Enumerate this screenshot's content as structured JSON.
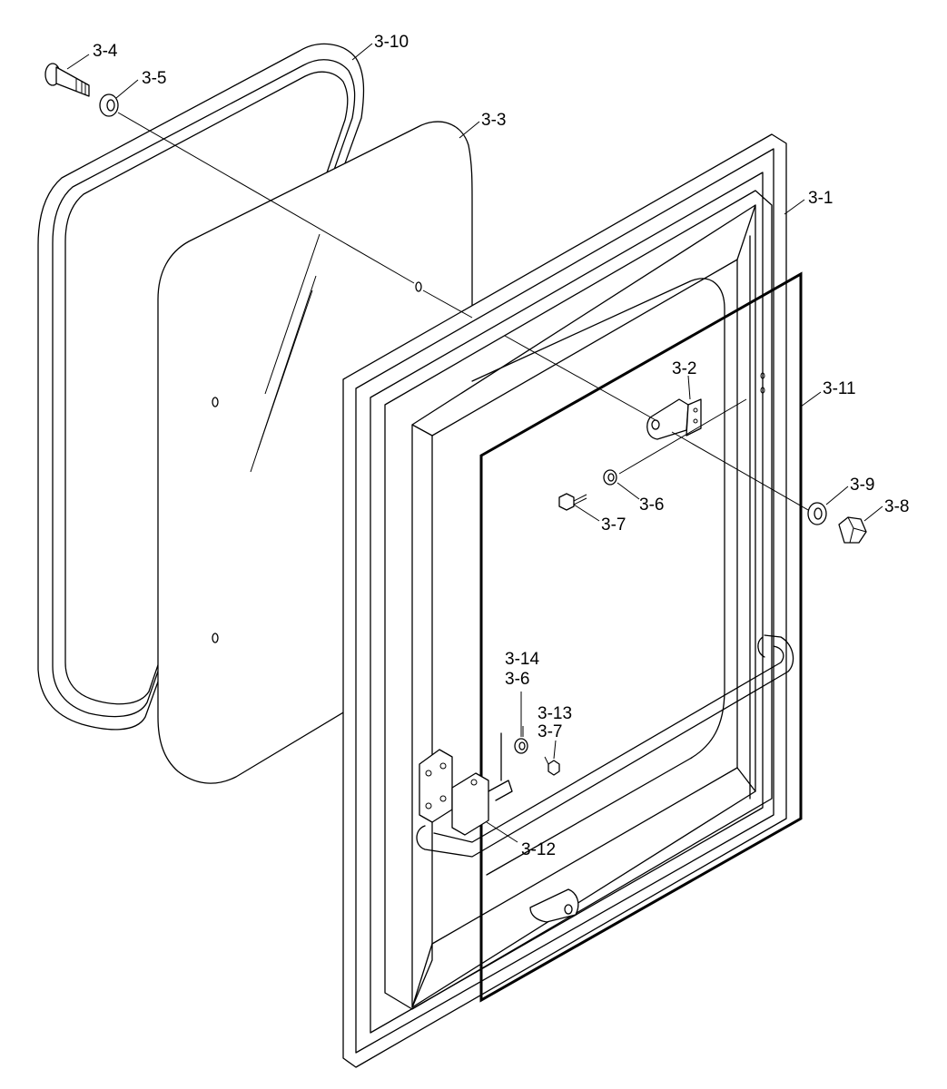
{
  "callouts": [
    {
      "id": "c1",
      "text": "3-4"
    },
    {
      "id": "c2",
      "text": "3-5"
    },
    {
      "id": "c3",
      "text": "3-10"
    },
    {
      "id": "c4",
      "text": "3-3"
    },
    {
      "id": "c5",
      "text": "3-1"
    },
    {
      "id": "c6",
      "text": "3-2"
    },
    {
      "id": "c7",
      "text": "3-11"
    },
    {
      "id": "c8",
      "text": "3-9"
    },
    {
      "id": "c9",
      "text": "3-8"
    },
    {
      "id": "c10",
      "text": "3-6"
    },
    {
      "id": "c11",
      "text": "3-7"
    },
    {
      "id": "c12",
      "text": "3-14"
    },
    {
      "id": "c13",
      "text": "3-6"
    },
    {
      "id": "c14",
      "text": "3-13"
    },
    {
      "id": "c15",
      "text": "3-7"
    },
    {
      "id": "c16",
      "text": "3-12"
    }
  ]
}
